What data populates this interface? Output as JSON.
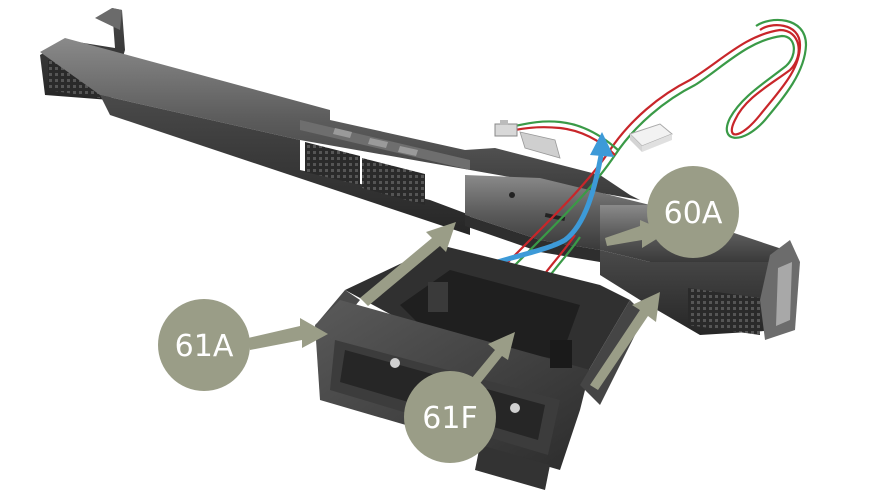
{
  "labels": {
    "part_60a": "60A",
    "part_61a": "61A",
    "part_61f": "61F"
  },
  "colors": {
    "badge_fill": "#9a9d87",
    "arrow_fill": "#9a9d87",
    "blue_arrow": "#3d9ad8",
    "wire_red": "#c8262a",
    "wire_green": "#3a9a47",
    "plastic_dark": "#3a3a3a",
    "plastic_mid": "#555555",
    "plastic_light": "#777777"
  }
}
